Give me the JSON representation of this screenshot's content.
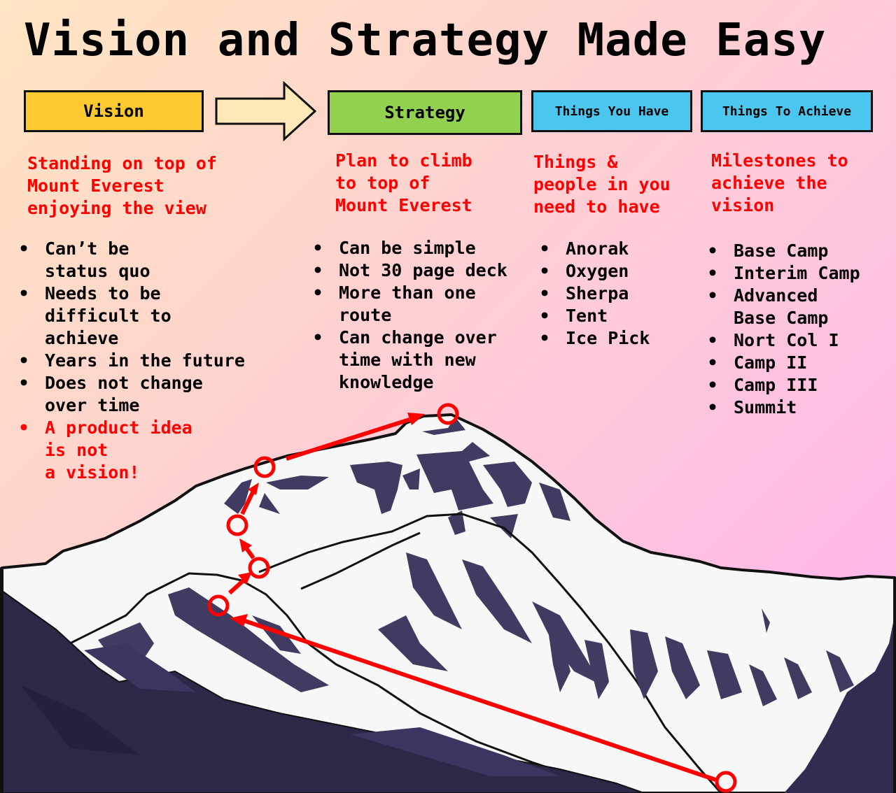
{
  "title": "Vision and Strategy Made Easy",
  "headers": {
    "vision": "Vision",
    "strategy": "Strategy",
    "things_you_have": "Things You Have",
    "things_to_achieve": "Things To Achieve"
  },
  "colors": {
    "vision_box": "#fdc930",
    "strategy_box": "#92d050",
    "blue_box": "#4ac6ef",
    "arrow_fill": "#ffe8b8",
    "accent_red": "#ff0000",
    "mountain_dark": "#3d3a5e",
    "snow": "#f7f7f7"
  },
  "columns": {
    "vision": {
      "subtitle": "Standing on top of\nMount Everest\nenjoying the view",
      "items": [
        {
          "text": "Can’t be\nstatus quo",
          "highlight": false
        },
        {
          "text": "Needs to be\ndifficult to\nachieve",
          "highlight": false
        },
        {
          "text": "Years in the future",
          "highlight": false
        },
        {
          "text": "Does not change\nover time",
          "highlight": false
        },
        {
          "text": "A product idea\nis not\na vision!",
          "highlight": true
        }
      ]
    },
    "strategy": {
      "subtitle": "Plan to climb\nto top of\nMount Everest",
      "items": [
        {
          "text": "Can be simple"
        },
        {
          "text": "Not 30 page deck"
        },
        {
          "text": "More than one\nroute"
        },
        {
          "text": "Can change over\ntime with new\nknowledge"
        }
      ]
    },
    "have": {
      "subtitle": "Things &\npeople in you\nneed to have",
      "items": [
        {
          "text": "Anorak"
        },
        {
          "text": "Oxygen"
        },
        {
          "text": "Sherpa"
        },
        {
          "text": "Tent"
        },
        {
          "text": "Ice Pick"
        }
      ]
    },
    "achieve": {
      "subtitle": "Milestones to\nachieve the\nvision",
      "items": [
        {
          "text": "Base Camp"
        },
        {
          "text": "Interim Camp"
        },
        {
          "text": "Advanced\nBase Camp"
        },
        {
          "text": "Nort Col I"
        },
        {
          "text": "Camp II"
        },
        {
          "text": "Camp III"
        },
        {
          "text": "Summit"
        }
      ]
    }
  },
  "illustration": {
    "subject": "mountain-everest",
    "route_waypoints": 6
  }
}
